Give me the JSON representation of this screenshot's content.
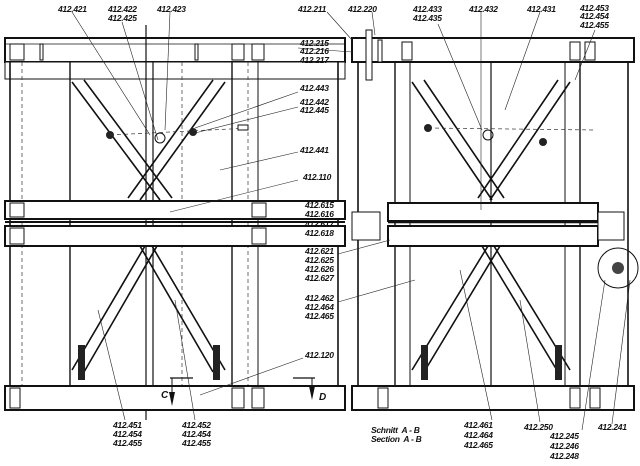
{
  "drawing": {
    "labels": {
      "l421": "412.421",
      "l422": "412.422",
      "l425": "412.425",
      "l423": "412.423",
      "l211": "412.211",
      "l220": "412.220",
      "l215": "412.215",
      "l216": "412.216",
      "l217": "412.217",
      "l433": "412.433",
      "l435": "412.435",
      "l432": "412.432",
      "l431": "412.431",
      "l453": "412.453",
      "l454a": "412.454",
      "l455a": "412.455",
      "l443": "412.443",
      "l442": "412.442",
      "l445": "412.445",
      "l441": "412.441",
      "l110": "412.110",
      "l615": "412.615",
      "l616": "412.616",
      "l617": "412.617",
      "l618": "412.618",
      "l621": "412.621",
      "l625": "412.625",
      "l626": "412.626",
      "l627": "412.627",
      "l462": "412.462",
      "l464a": "412.464",
      "l465a": "412.465",
      "l120": "412.120",
      "l451": "412.451",
      "l454b": "412.454",
      "l455b": "412.455",
      "l452": "412.452",
      "l454c": "412.454",
      "l455c": "412.455",
      "l461": "412.461",
      "l464b": "412.464",
      "l465b": "412.465",
      "l250": "412.250",
      "l245": "412.245",
      "l246": "412.246",
      "l248": "412.248",
      "l241": "412.241",
      "marker_c": "C",
      "marker_d": "D",
      "section_de": "Schnitt  A - B",
      "section_en": "Section  A - B"
    }
  }
}
